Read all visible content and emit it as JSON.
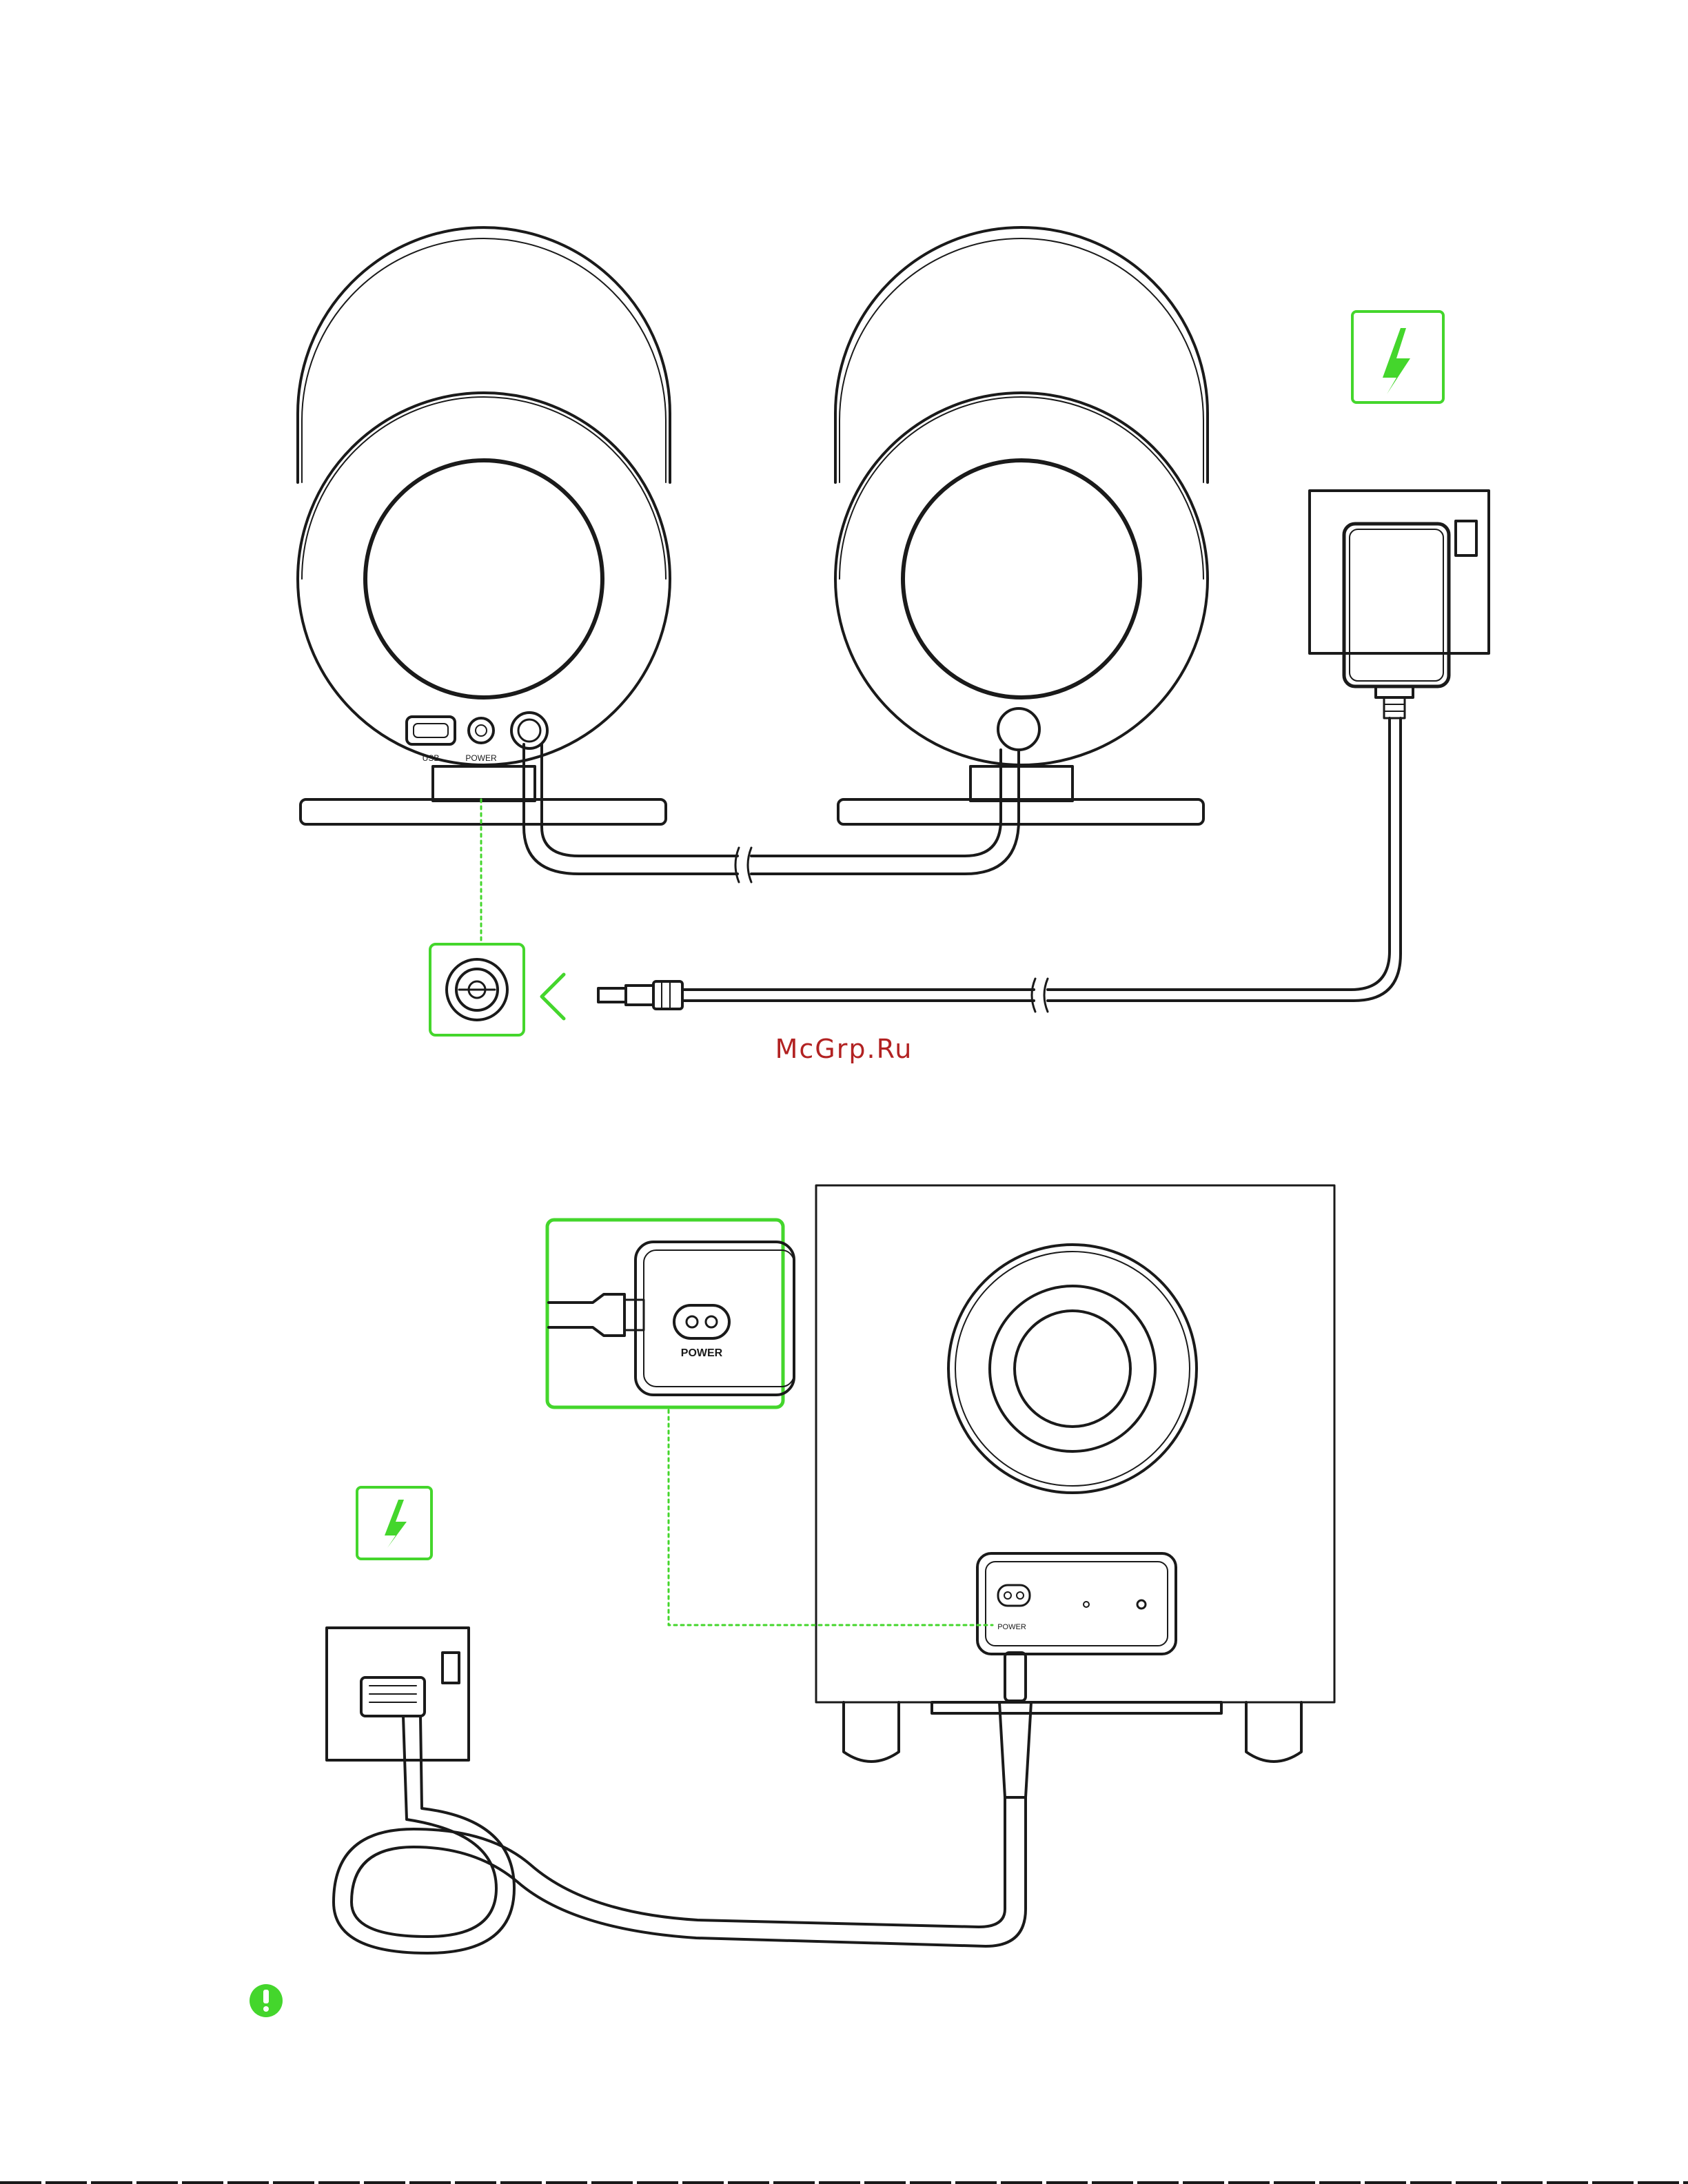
{
  "colors": {
    "accent_green": "#44d62c",
    "line": "#1a1a1a",
    "watermark": "#b22222"
  },
  "speakers": {
    "left_port_labels": [
      "USB",
      "POWER",
      "",
      ""
    ],
    "cable_break": true
  },
  "power_callout": {
    "icon": "lightning-bolt-icon"
  },
  "subwoofer": {
    "inset_label": "POWER",
    "panel_label": "POWER"
  },
  "watermark": {
    "text": "McGrp.Ru"
  },
  "notice": {
    "icon": "exclamation-icon"
  }
}
